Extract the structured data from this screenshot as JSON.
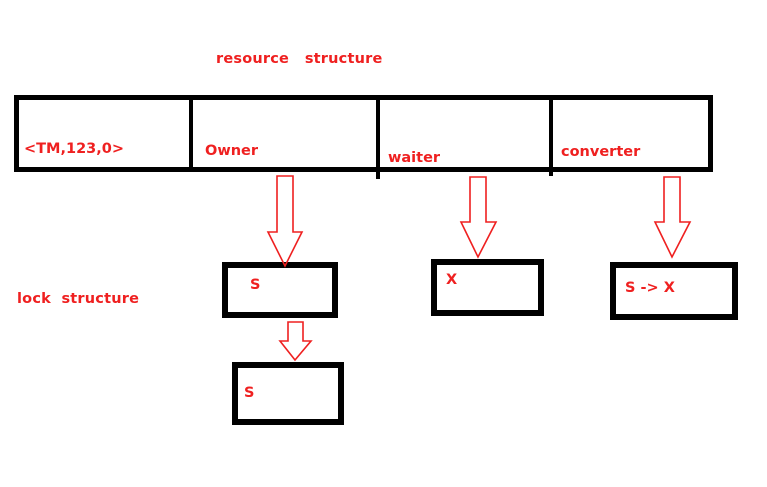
{
  "diagram": {
    "title": "resource   structure",
    "side_label": "lock  structure",
    "accent_color": "#ef2020",
    "line_color": "#000000",
    "background": "#ffffff",
    "resource_bar": {
      "name": "resource-structure-bar",
      "cells": [
        {
          "key": "id",
          "label": "<TM,123,0>"
        },
        {
          "key": "owner",
          "label": "Owner"
        },
        {
          "key": "waiter",
          "label": "waiter"
        },
        {
          "key": "converter",
          "label": "converter"
        }
      ]
    },
    "lock_boxes": [
      {
        "key": "owner-lock",
        "label": "S"
      },
      {
        "key": "waiter-lock",
        "label": "X"
      },
      {
        "key": "converter-lock",
        "label": "S -> X"
      },
      {
        "key": "owner-lock-next",
        "label": "S"
      }
    ],
    "arrows": [
      {
        "key": "owner-to-lock",
        "from": "Owner",
        "to": "S",
        "direction": "down"
      },
      {
        "key": "waiter-to-lock",
        "from": "waiter",
        "to": "X",
        "direction": "down"
      },
      {
        "key": "converter-to-lock",
        "from": "converter",
        "to": "S -> X",
        "direction": "down"
      },
      {
        "key": "lock-to-next-lock",
        "from": "S",
        "to": "S",
        "direction": "down"
      }
    ]
  }
}
